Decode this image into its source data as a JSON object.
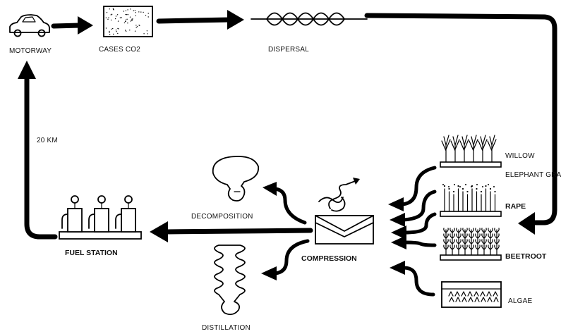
{
  "nodes": {
    "motorway": "MOTORWAY",
    "cases_co2": "CASES CO2",
    "dispersal": "DISPERSAL",
    "distance": "20 KM",
    "willow": "WILLOW",
    "elephant_grass": "ELEPHANT GRASS",
    "rape": "RAPE",
    "beetroot": "BEETROOT",
    "algae": "ALGAE",
    "compression": "COMPRESSION",
    "decomposition": "DECOMPOSITION",
    "distillation": "DISTILLATION",
    "fuel_station": "FUEL STATION"
  }
}
